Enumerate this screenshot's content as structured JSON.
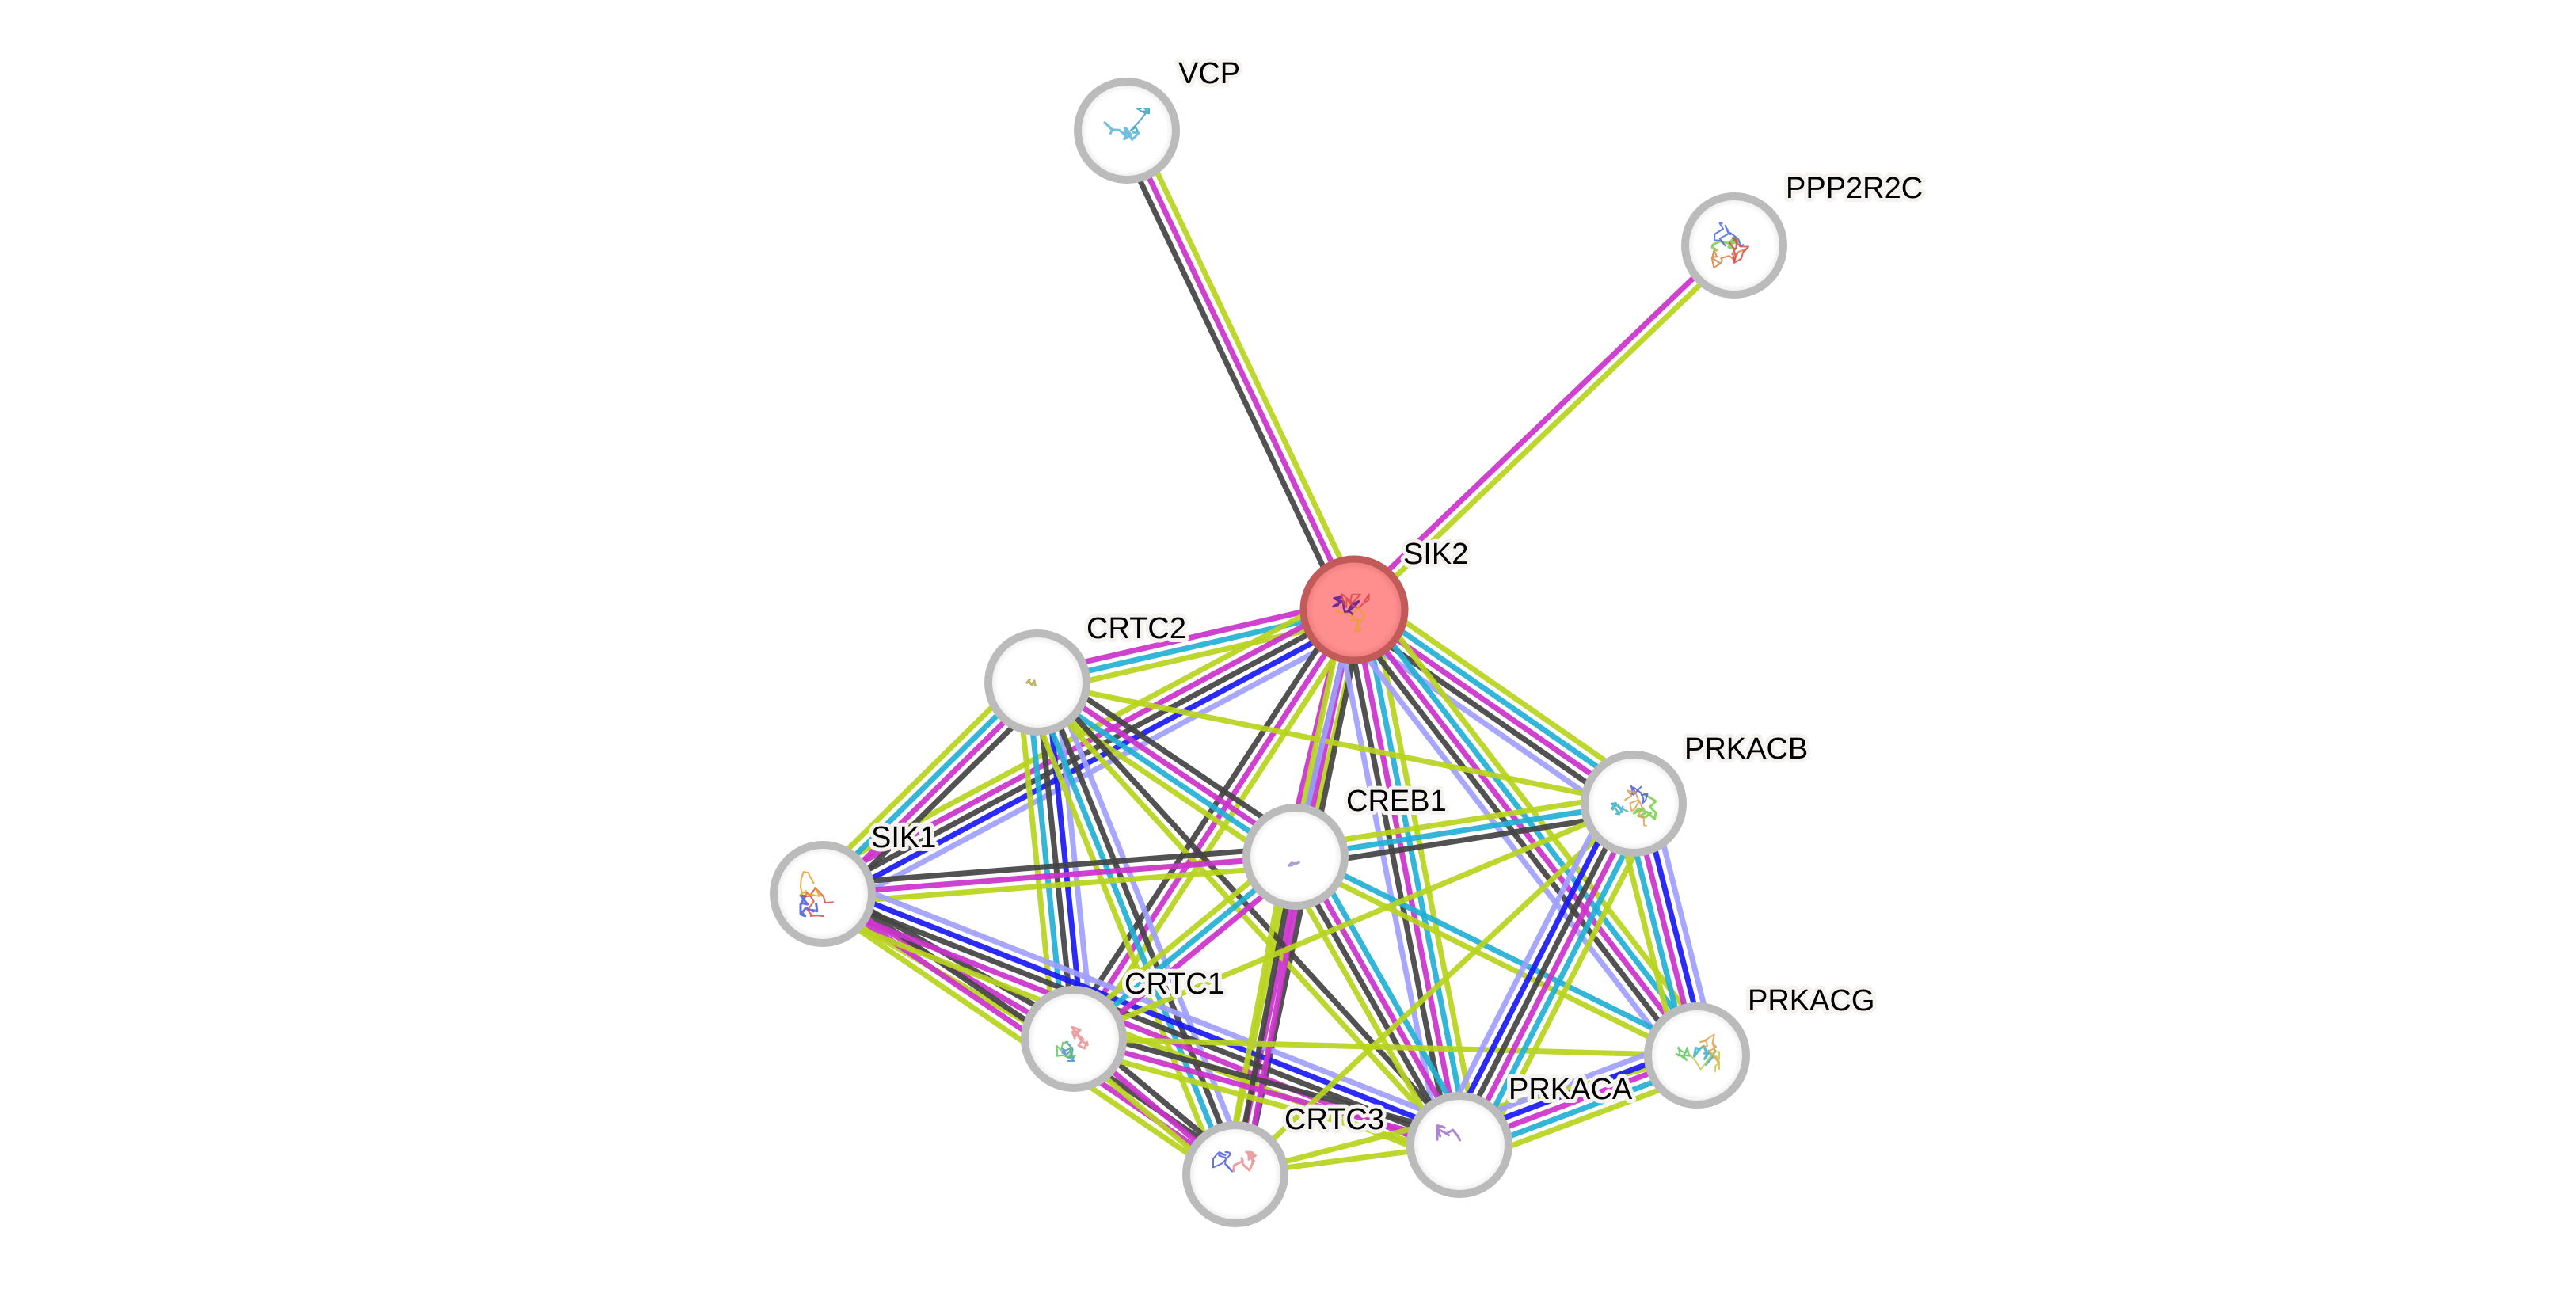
{
  "title": "SIK2 protein interaction network",
  "evidence_colors": {
    "textmining": "#B8D41E",
    "databases": "#22B0D4",
    "experiments": "#CC33CC",
    "coexpression": "#444444",
    "fusion": "#1A1AF5",
    "cooccurrence": "#A0A0FF"
  },
  "query_node": {
    "fill": "#FF8E8E",
    "ring": "#C25A5A"
  },
  "node_ring_color": "#BBBBBB",
  "nodes": [
    {
      "id": "VCP",
      "label": "VCP",
      "query": false,
      "structure_colors": [
        "#5BB5D8",
        "#3A9BC4"
      ]
    },
    {
      "id": "PPP2R2C",
      "label": "PPP2R2C",
      "query": false,
      "structure_colors": [
        "#7ACB4A",
        "#E07A3A",
        "#4A6AD8",
        "#D84A4A"
      ]
    },
    {
      "id": "SIK2",
      "label": "SIK2",
      "query": true,
      "structure_colors": [
        "#5A1A9A",
        "#D84A4A",
        "#E8A030"
      ]
    },
    {
      "id": "CRTC2",
      "label": "CRTC2",
      "query": false,
      "structure_colors": [
        "#B0A84A"
      ]
    },
    {
      "id": "SIK1",
      "label": "SIK1",
      "query": false,
      "structure_colors": [
        "#4A5AD8",
        "#D84A4A",
        "#E8A030"
      ]
    },
    {
      "id": "CREB1",
      "label": "CREB1",
      "query": false,
      "structure_colors": [
        "#A08AC8"
      ]
    },
    {
      "id": "PRKACB",
      "label": "PRKACB",
      "query": false,
      "structure_colors": [
        "#7ACB4A",
        "#3AB0C8",
        "#4A5AD8",
        "#E0A050"
      ]
    },
    {
      "id": "CRTC1",
      "label": "CRTC1",
      "query": false,
      "structure_colors": [
        "#E89090",
        "#4A8AD8",
        "#5AC85A"
      ]
    },
    {
      "id": "PRKACG",
      "label": "PRKACG",
      "query": false,
      "structure_colors": [
        "#3AB0C8",
        "#5AC85A",
        "#E0A050",
        "#C8C84A"
      ]
    },
    {
      "id": "PRKACA",
      "label": "PRKACA",
      "query": false,
      "structure_colors": [
        "#A070C8"
      ]
    },
    {
      "id": "CRTC3",
      "label": "CRTC3",
      "query": false,
      "structure_colors": [
        "#E89090",
        "#4A5AD8"
      ]
    }
  ],
  "edges": [
    {
      "source": "SIK2",
      "target": "VCP",
      "evidence": [
        "coexpression",
        "experiments",
        "textmining"
      ]
    },
    {
      "source": "SIK2",
      "target": "PPP2R2C",
      "evidence": [
        "experiments",
        "textmining"
      ]
    },
    {
      "source": "SIK2",
      "target": "CRTC2",
      "evidence": [
        "textmining",
        "databases",
        "experiments"
      ]
    },
    {
      "source": "SIK2",
      "target": "SIK1",
      "evidence": [
        "cooccurrence",
        "fusion",
        "coexpression",
        "experiments",
        "textmining"
      ]
    },
    {
      "source": "SIK2",
      "target": "CREB1",
      "evidence": [
        "textmining",
        "coexpression",
        "experiments"
      ]
    },
    {
      "source": "SIK2",
      "target": "CRTC1",
      "evidence": [
        "textmining",
        "experiments",
        "coexpression"
      ]
    },
    {
      "source": "SIK2",
      "target": "CRTC3",
      "evidence": [
        "coexpression",
        "experiments",
        "textmining"
      ]
    },
    {
      "source": "SIK2",
      "target": "PRKACA",
      "evidence": [
        "textmining",
        "databases",
        "experiments",
        "coexpression",
        "cooccurrence"
      ]
    },
    {
      "source": "SIK2",
      "target": "PRKACB",
      "evidence": [
        "textmining",
        "databases",
        "experiments",
        "coexpression",
        "cooccurrence"
      ]
    },
    {
      "source": "SIK2",
      "target": "PRKACG",
      "evidence": [
        "textmining",
        "databases",
        "experiments",
        "coexpression",
        "cooccurrence"
      ]
    },
    {
      "source": "CRTC2",
      "target": "SIK1",
      "evidence": [
        "coexpression",
        "experiments",
        "databases",
        "textmining"
      ]
    },
    {
      "source": "CRTC2",
      "target": "CRTC1",
      "evidence": [
        "cooccurrence",
        "fusion",
        "coexpression",
        "databases",
        "textmining"
      ]
    },
    {
      "source": "CRTC2",
      "target": "CRTC3",
      "evidence": [
        "cooccurrence",
        "coexpression",
        "databases",
        "textmining"
      ]
    },
    {
      "source": "CRTC2",
      "target": "CREB1",
      "evidence": [
        "coexpression",
        "experiments",
        "databases",
        "textmining"
      ]
    },
    {
      "source": "CRTC2",
      "target": "PRKACA",
      "evidence": [
        "coexpression",
        "textmining"
      ]
    },
    {
      "source": "CRTC2",
      "target": "PRKACB",
      "evidence": [
        "textmining"
      ]
    },
    {
      "source": "SIK1",
      "target": "CREB1",
      "evidence": [
        "coexpression",
        "experiments",
        "textmining"
      ]
    },
    {
      "source": "SIK1",
      "target": "CRTC1",
      "evidence": [
        "coexpression",
        "experiments",
        "textmining"
      ]
    },
    {
      "source": "SIK1",
      "target": "CRTC3",
      "evidence": [
        "coexpression",
        "experiments",
        "textmining"
      ]
    },
    {
      "source": "SIK1",
      "target": "PRKACA",
      "evidence": [
        "cooccurrence",
        "fusion",
        "coexpression",
        "experiments",
        "textmining"
      ]
    },
    {
      "source": "CREB1",
      "target": "PRKACB",
      "evidence": [
        "textmining",
        "databases",
        "coexpression"
      ]
    },
    {
      "source": "CREB1",
      "target": "PRKACA",
      "evidence": [
        "databases",
        "experiments",
        "coexpression",
        "textmining"
      ]
    },
    {
      "source": "CREB1",
      "target": "PRKACG",
      "evidence": [
        "databases",
        "textmining"
      ]
    },
    {
      "source": "CREB1",
      "target": "CRTC1",
      "evidence": [
        "experiments",
        "databases",
        "textmining"
      ]
    },
    {
      "source": "CREB1",
      "target": "CRTC3",
      "evidence": [
        "experiments",
        "coexpression",
        "textmining"
      ]
    },
    {
      "source": "CRTC1",
      "target": "CRTC3",
      "evidence": [
        "coexpression",
        "experiments",
        "textmining"
      ]
    },
    {
      "source": "CRTC1",
      "target": "PRKACA",
      "evidence": [
        "coexpression",
        "experiments",
        "textmining"
      ]
    },
    {
      "source": "CRTC1",
      "target": "PRKACB",
      "evidence": [
        "textmining"
      ]
    },
    {
      "source": "CRTC1",
      "target": "PRKACG",
      "evidence": [
        "textmining"
      ]
    },
    {
      "source": "CRTC3",
      "target": "PRKACA",
      "evidence": [
        "textmining"
      ]
    },
    {
      "source": "CRTC3",
      "target": "PRKACB",
      "evidence": [
        "textmining"
      ]
    },
    {
      "source": "CRTC3",
      "target": "PRKACG",
      "evidence": [
        "textmining"
      ]
    },
    {
      "source": "PRKACA",
      "target": "PRKACB",
      "evidence": [
        "cooccurrence",
        "fusion",
        "coexpression",
        "experiments",
        "databases",
        "textmining"
      ]
    },
    {
      "source": "PRKACA",
      "target": "PRKACG",
      "evidence": [
        "cooccurrence",
        "fusion",
        "experiments",
        "databases",
        "textmining"
      ]
    },
    {
      "source": "PRKACB",
      "target": "PRKACG",
      "evidence": [
        "cooccurrence",
        "fusion",
        "experiments",
        "databases",
        "textmining"
      ]
    },
    {
      "source": "CREB1",
      "target": "SIK2",
      "evidence": [
        "cooccurrence"
      ]
    }
  ]
}
